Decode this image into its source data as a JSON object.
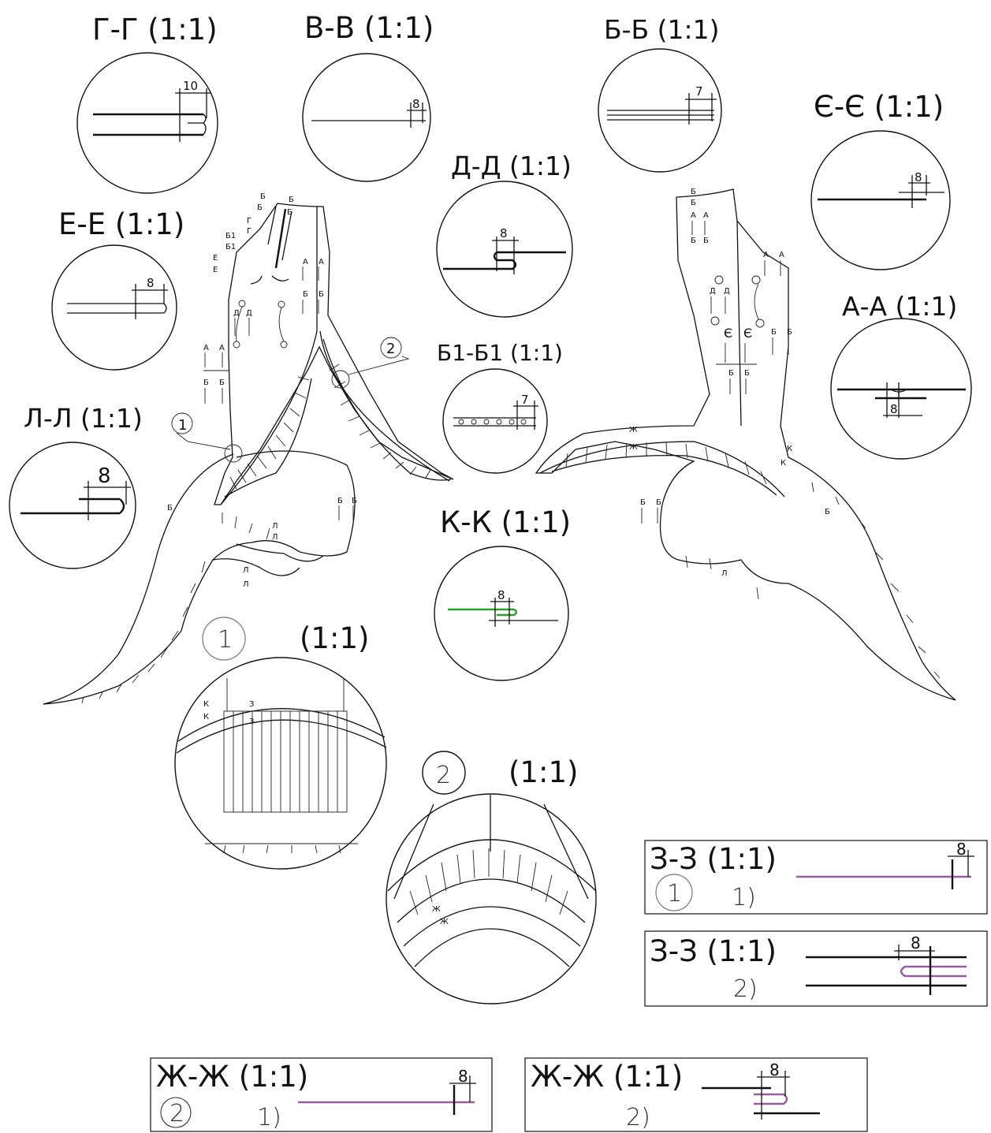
{
  "sections": {
    "gg": "Г-Г (1:1)",
    "vv": "В-В (1:1)",
    "bb": "Б-Б (1:1)",
    "ee_ua": "Є-Є (1:1)",
    "dd": "Д-Д (1:1)",
    "ee": "Е-Е (1:1)",
    "aa": "А-А (1:1)",
    "b1b1": "Б1-Б1 (1:1)",
    "ll": "Л-Л (1:1)",
    "kk": "К-К (1:1)",
    "detail1_scale": "(1:1)",
    "detail2_scale": "(1:1)",
    "zz1": "З-З (1:1)",
    "zz2": "З-З (1:1)",
    "zhzh1": "Ж-Ж (1:1)",
    "zhzh2": "Ж-Ж (1:1)"
  },
  "dims": {
    "gg": "10",
    "vv": "8",
    "bb": "7",
    "ee_ua": "8",
    "dd": "8",
    "ee": "8",
    "aa": "8",
    "b1b1": "7",
    "ll": "8",
    "kk": "8",
    "zz1": "8",
    "zz2": "8",
    "zhzh1": "8",
    "zhzh2": "8"
  },
  "detail_numbers": {
    "one": "1",
    "two": "2"
  },
  "variants": {
    "first": "1)",
    "second": "2)"
  },
  "markers": {
    "A": "А",
    "B": "Б",
    "B1": "Б1",
    "G": "Г",
    "D": "Д",
    "E": "Е",
    "EU": "Є",
    "ZH": "Ж",
    "K": "К",
    "L": "Л",
    "Z": "З"
  },
  "colors": {
    "line": "#111111",
    "purple_seam": "#9a5ea0",
    "green_seam": "#2aa02a"
  }
}
